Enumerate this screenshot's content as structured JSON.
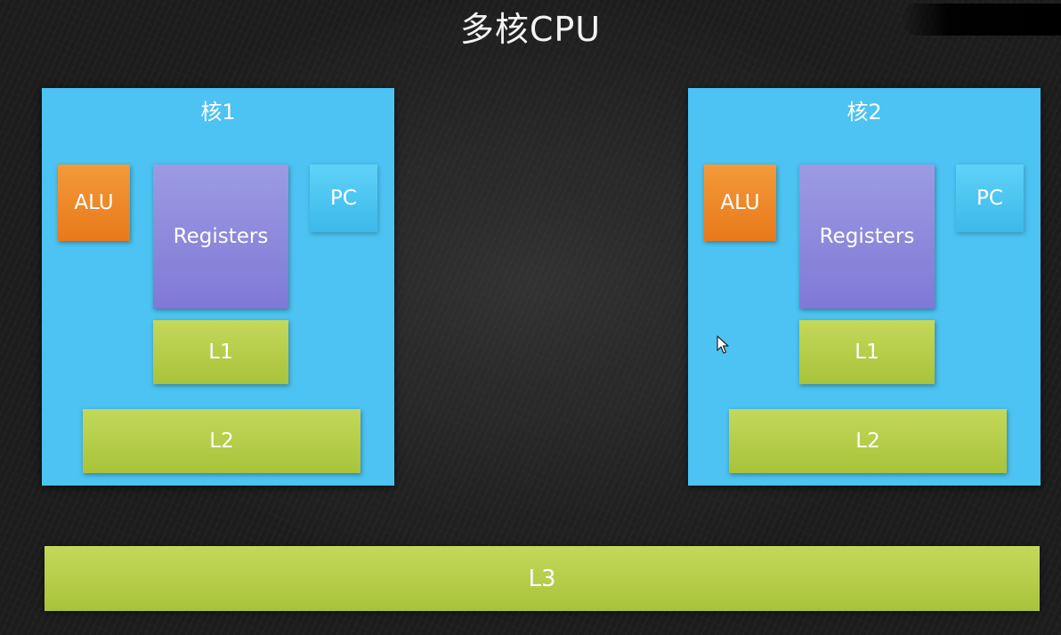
{
  "title": "多核CPU",
  "cores": [
    {
      "label": "核1",
      "alu": "ALU",
      "registers": "Registers",
      "pc": "PC",
      "l1": "L1",
      "l2": "L2"
    },
    {
      "label": "核2",
      "alu": "ALU",
      "registers": "Registers",
      "pc": "PC",
      "l1": "L1",
      "l2": "L2"
    }
  ],
  "shared_cache": "L3",
  "colors": {
    "core_bg": "#4cc3f2",
    "alu": "#ee8a2a",
    "registers": "#8c87dc",
    "pc": "#4cc6f0",
    "cache": "#b5cd48",
    "background": "#1c1c1c"
  },
  "icons": {
    "cursor": "mouse-pointer-icon"
  }
}
